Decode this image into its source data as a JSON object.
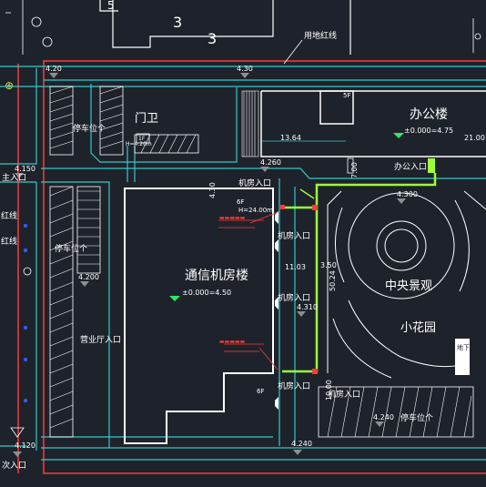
{
  "labels": {
    "gate": "门卫",
    "office": "办公楼",
    "office_level": "±0.000=4.75",
    "office_floors": "5F",
    "office_entry": "办公入口",
    "telecom": "通信机房楼",
    "telecom_level": "±0.000=4.50",
    "telecom_floors": "6F",
    "telecom_height": "H=24.00m",
    "telecom_floors_lower": "6F",
    "garden": "中央景观",
    "small_garden": "小花园",
    "main_entry": "主入口",
    "secondary_entry": "次入口",
    "land_line_top": "用地红线",
    "land_line_left_1": "红线",
    "land_line_left_2": "红线",
    "parking_1": "停车位个",
    "parking_2": "停车位个",
    "parking_3": "停车位个",
    "business_entry": "营业厅入口",
    "room_entry_1": "机房入口",
    "room_entry_2": "机房入口",
    "room_entry_3": "机房入口",
    "room_entry_4": "机房入口",
    "room_entry_5": "机房入口",
    "gate_floors": "1F",
    "gate_height": "H=4.20m",
    "basement_entry": "地下车库出入口",
    "building_3a": "3",
    "building_3b": "3",
    "building_5": "5"
  },
  "levels": {
    "l1": "4.20",
    "l2": "4.30",
    "l3": "4.150",
    "l4": "4.260",
    "l5": "4.300",
    "l6": "4.200",
    "l7": "4.310",
    "l8": "4.240",
    "l9": "4.120",
    "l10": "4.240"
  },
  "dims": {
    "d1": "13.64",
    "d2": "21.00",
    "d3": "7.00",
    "d4": "4.30",
    "d5": "11.03",
    "d6": "3.50",
    "d7": "50.24",
    "d8": "10.00"
  },
  "colors": {
    "background": "#1e232b",
    "wall": "#ffffff",
    "road": "#35c8c8",
    "redline": "#ff3b3b",
    "pipe": "#9cff3a",
    "level_marker": "#2ee66a"
  }
}
